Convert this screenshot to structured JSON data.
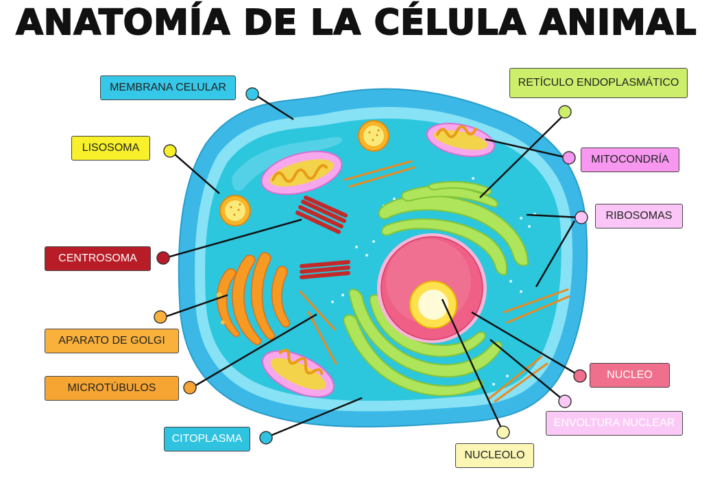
{
  "title": "ANATOMÍA DE LA CÉLULA ANIMAL",
  "labels": [
    {
      "key": "membrana",
      "text": "MEMBRANA CELULAR",
      "color": "#36c8e8"
    },
    {
      "key": "lisosoma",
      "text": "LISOSOMA",
      "color": "#f7f02a"
    },
    {
      "key": "centrosoma",
      "text": "CENTROSOMA",
      "color": "#b81c27"
    },
    {
      "key": "golgi",
      "text": "APARATO DE GOLGI",
      "color": "#f9b13c"
    },
    {
      "key": "microtubulos",
      "text": "MICROTÚBULOS",
      "color": "#f7a532"
    },
    {
      "key": "citoplasma",
      "text": "CITOPLASMA",
      "color": "#2fc3e0"
    },
    {
      "key": "reticulo",
      "text": "RETÍCULO ENDOPLASMÁTICO",
      "color": "#ccee6a"
    },
    {
      "key": "mitocondria",
      "text": "MITOCONDRÍA",
      "color": "#f797f0"
    },
    {
      "key": "ribosomas",
      "text": "RIBOSOMAS",
      "color": "#fbc6f7"
    },
    {
      "key": "nucleo",
      "text": "NUCLEO",
      "color": "#ef6f8c"
    },
    {
      "key": "envoltura",
      "text": "ENVOLTURA NUCLEAR",
      "color": "#fbc9f6"
    },
    {
      "key": "nucleolo",
      "text": "NUCLEOLO",
      "color": "#fbf6b4"
    }
  ]
}
